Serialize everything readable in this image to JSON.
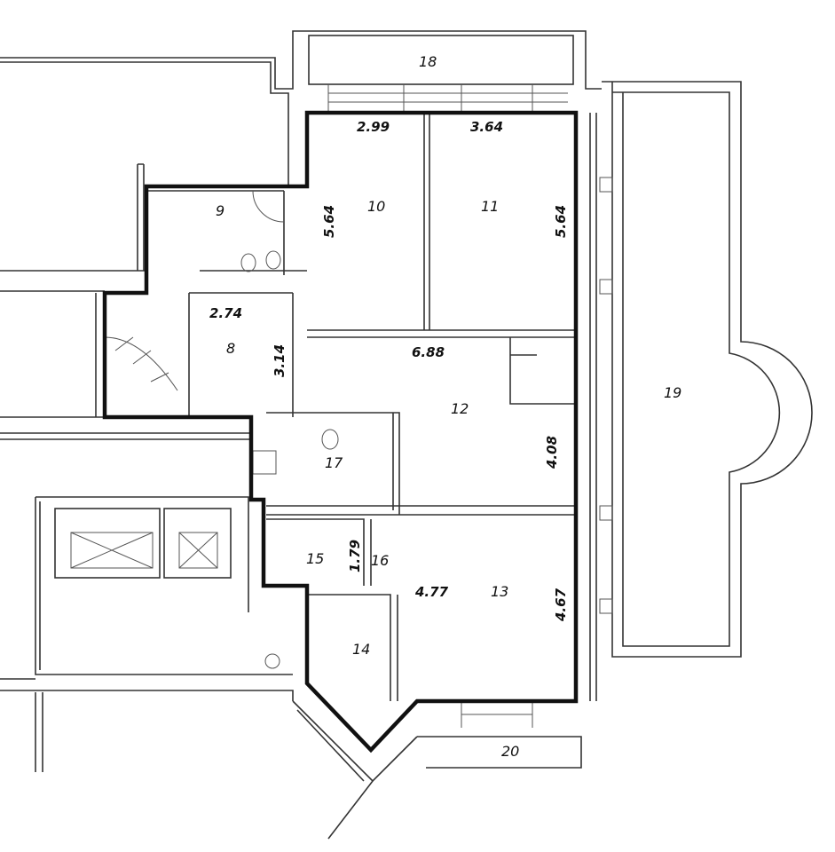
{
  "rooms": {
    "r8": "8",
    "r9": "9",
    "r10": "10",
    "r11": "11",
    "r12": "12",
    "r13": "13",
    "r14": "14",
    "r15": "15",
    "r16": "16",
    "r17": "17",
    "r18": "18",
    "r19": "19",
    "r20": "20"
  },
  "dimensions": {
    "d299": "2.99",
    "d364": "3.64",
    "d564a": "5.64",
    "d564b": "5.64",
    "d274": "2.74",
    "d314": "3.14",
    "d688": "6.88",
    "d408": "4.08",
    "d179": "1.79",
    "d477": "4.77",
    "d467": "4.67"
  },
  "colors": {
    "outline": "#111111",
    "wall": "#333333",
    "background": "#ffffff"
  }
}
